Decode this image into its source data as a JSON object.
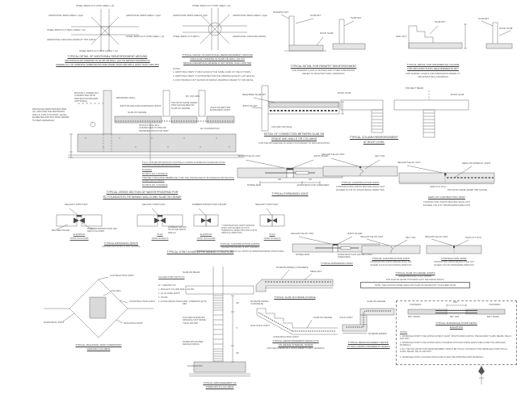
{
  "sheet": {
    "bg": "#ffffff",
    "ink": "#6b6b6b",
    "hatch": "#dcdcdc"
  },
  "d1": {
    "t1": "TYPICAL DETAIL OF ADDITIONAL REINFORCEMENT AROUND",
    "t2": "RECTANGULAR OPENING IN SLAB OR WALL (AS ON DESIGN DRAWINGS)",
    "t3": "WHERE ALL OF OPENING DIMENSIONS ARE MORE THAN 300 MM & LESS THAN 1000 MM",
    "l1": "STEEL BARS CUT (TOP) AREA = (A)",
    "l2": "ADDITIONAL BARS AREA = (A)/2",
    "l3": "ADDITIONAL BARS AREA = (A)/2",
    "l4": "STEEL BARS CUT (BOT.) AREA = (A)",
    "l5": "ADDITIONAL DIAGONAL BARS AT TOP & BOT.",
    "l6": "STEEL BARS CUT (TOP) AREA = (A)",
    "l7": "STEEL BARS CUT (BOT.) AREA = (A)"
  },
  "d2": {
    "t1": "TYPICAL DETAIL OF ADDITIONAL REINFORCEMENT AROUND",
    "t2": "CIRCULAR OPENING IN SLAB OR WALL (AS ON",
    "t3": "DESIGN DRAWINGS) WHERE D NOT MORE THAN 1000 MM",
    "l1": "STEEL BARS CUT (TOP) AREA = (A)",
    "l2": "ADDITIONAL BARS AREA = (A)/2",
    "l3": "ADDITIONAL BARS AREA = (A)/2",
    "l4": "STEEL BARS CUT (BOT.)",
    "l5": "ADDITIONAL DIAGONAL BARS",
    "nt": "NOTES:",
    "n1": "1- ADDITIONAL BARS TO BE PLACED AT THE SAME LAYER OF THE CUT BARS.",
    "n2": "2- ADDITIONAL BARS TO EXTEND BEYOND THE OPENING EDGE BY LAP LENGTH.",
    "n3": "3- FOR OPENINGS NOT SHOWN ON DESIGN DRAWINGS REFER TO THIS DETAIL."
  },
  "d3": {
    "t": "TYPICAL DETAIL FOR PARAPET REINFORCEMENT",
    "n1": "FOR PARAPETS (WALLS SHOWN) AND OTHER DIMENSIONS",
    "n2": "REFER TO ARCHITECTURAL DRAWINGS",
    "l1": "PARAPET RFT",
    "l2": "SLAB RFT",
    "l3": "ROOF SLAB",
    "l4": "SLAB RFT"
  },
  "d4": {
    "t1": "TYPICAL DETAIL FOR ORNAMENTAL FACADE",
    "t2": "FOR ARCHITECTURAL REQUIREMENTS RFT",
    "n1": "FOR SHAPES, LEVELS AND DIMENSIONS REFER TO",
    "n2": "ARCHITECTURAL DRAWINGS",
    "l1": "SLAB RFT",
    "l2": "ADD. RFT"
  },
  "d4b": {
    "l1": "SLAB RFT",
    "l2": "ROOF SLAB"
  },
  "d5": {
    "t1": "TYPICAL CROSS SECTION OF WATER PROOFING FOR",
    "t2": "RC FOUNDATION, RETAINING WALLS AND SLAB ON GRADE",
    "lw1": "BACKFILL CAREFULLY COMPACTED WITH PROTECTION BOARD (OPTIONAL)",
    "lw2": "DRAINAGE PERFORATED PIPE ALL AROUND THE RETAINING WALLS, FOR LOCATION, LEVEL, DIAMETER AND ROUTING REFER TO MEP DRAWINGS",
    "mk": "1",
    "r1": "RETAINING WALL",
    "r2": "JOINT FILLER FOR EXPANSION JOINT",
    "r3": "SLAB ON GRADE",
    "r4": "POLYETHYLENE SHEET 1500 GAUGE BELOW SLAB ON GRADE",
    "r5": "RC COLUMN",
    "r6": "JOINT FILLER FOR EXPANSION JOINT",
    "r7": "RC FOUNDATION",
    "r8": "STRUCTURAL FILL COMPACTED TO 95% OF MODIFIED PROCTOR TEST",
    "b1": "FULLY APPLIED BITUMINOUS COATING (2 LAYERS) FOR BELOW SURFACES OF RC FOUNDATION AND RETAINING WALLS",
    "b2": "BLINDING",
    "b3": "50 MM PLAIN CONCRETE",
    "b4": "PRINTED TORCHABLE MEMBRANE (4 MM THK) PROTECTED BY BITUMINOUS PROTECTION BOARD (BOTH SIDES)",
    "b5": "50 MM PLAIN CONCRETE"
  },
  "d6": {
    "t1": "DETAIL OF CONNECTION BETWEEN SLAB ON",
    "t2": "GRADE AND WALLS OR COLUMNS",
    "n1": "FOR THE PROCEDURE OF EXECUTION REFER TO SPECIFICATIONS",
    "l1": "REQUIRED SLAB RFT",
    "l2": "JOINT FILLER",
    "l3": "COLUMN OR WALL"
  },
  "d7": {
    "t1": "TYPICAL COLUMN REINFORCEMENT",
    "t2": "AT ROOF LEVEL",
    "l1": "ROOF SLAB",
    "l2": "PROJECT BEAM",
    "l3": "ROOF SLAB"
  },
  "d8": {
    "c": "TYPICAL EXPANSION JOINT",
    "l1": "SEALANT ELAS. MAT.",
    "l2": "JOINT FILLER",
    "l3": "DOWEL BAR",
    "l4": "EXPANSION CAP (GREASED)",
    "dim1": "300",
    "dim2": "150"
  },
  "d9": {
    "c": "TYPICAL CONSTRUCTION JOINT",
    "n1": "CONSTRUCTION JOINTS SPACING SHALL NOT",
    "n2": "EXCEED 10.0 M IN LONGITUDINAL DIRECTION",
    "l1": "SEALANT ELAS. MAT.",
    "l2": "KEY (T/3)"
  },
  "d10": {
    "c": "SAW CUT CONTRACTION JOINT",
    "n1": "CONTRACTION JOINTS SPACING SHALL NOT",
    "n2": "EXCEED 4.50 M IN TRANSVERSE DIRECTION",
    "l1": "SEALANT ELAS. MAT.",
    "l2": "MESH STOPPED AT JOINT",
    "l3": "SAW CUT (T/4)",
    "l4": "POLYETHYLENE SHEET 500 GAUGE"
  },
  "d11": {
    "e1": "ELEVATION",
    "e2": "JOINT IN FLOORS",
    "p1": "PLAN",
    "p2": "JOINT IN WALLS",
    "g": "TYPICAL EXPANSION JOINTS",
    "gs": "(WATER PROOFING IS NOT SHOWN)",
    "l1": "SEALANT JOINT MAT.",
    "l2": "RUBBER WATER STOP 230 MM IN FLOORS",
    "l3": "BACKER FILLER",
    "l4": "SEALANT JOINT MAT.",
    "l5": "RUBBER WATER STOP 230 MM IN WALLS"
  },
  "d12": {
    "e1": "ELEVATION",
    "e2": "JOINT IN FLOORS",
    "p1": "PLAN",
    "p2": "JOINT IN WALLS",
    "g": "TYPICAL CONSTRUCTION JOINTS",
    "gs": "(WATER PROOFING IS NOT SHOWN)",
    "np1": "* CONSTRUCTION JOINTS SPACING SHALL",
    "np2": "NOT EXCEED 10.0 M IN HORIZONTAL",
    "np3": "DIRECTION AND 4.0 M IN VERTICAL DIRECTION.",
    "np4": "* RUBBER WATER STOP TO BE PROVIDED AT ALL",
    "np5": "JOINTS OF WATER RETAINING STRUCTURES.",
    "l1": "RUBBER WATER STOP 230 MM",
    "l2": "SEALANT JOINT MAT."
  },
  "span": {
    "c": "TYPICAL JOINT IN WATER RETAINING STRUCTURE"
  },
  "d13": {
    "c": "TYPICAL EXPANSION JOINT",
    "l1": "SEALANT ELAS. MAT.",
    "l2": "JOINT FILLER",
    "l3": "DOWEL BAR",
    "l4": "EXPANSION CAP 100 MM LONG (GREASED)"
  },
  "d14": {
    "c": "TYPICAL CONSTRUCTION JOINT",
    "n1": "CONSTRUCTION JOINTS SPACING SHALL NOT",
    "n2": "EXCEED 10.0 M IN LONGITUDINAL DIRECTION",
    "l1": "SEALANT ELAS. MAT.",
    "l2": "KEY (T/3)"
  },
  "d15": {
    "c": "CONTRACTION JOINT",
    "n1": "CONTRACTION JOINTS SPACING SHALL NOT",
    "n2": "EXCEED 4.50 M IN TRANSVERSE DIRECTION",
    "l1": "SEALANT ELAS. MAT.",
    "l2": "SAW CUT (T/4)"
  },
  "d16": {
    "t": "TYPICAL SLAB ON GRADE JOINTS",
    "n1": "(WATER PROOFING IS NOT SHOWN,",
    "n2": "FOR SLAB ON GRADE THICKNESS & RFT SEE DESIGN DWGS.)",
    "box": "NOTE: THE CASTING PANEL AREA FOR SLAB ON GRADE NOT TO EXCEED 36 M2"
  },
  "d17": {
    "c1": "TYPICAL ISOLATION JOINT FORMATION",
    "c2": "AROUND COLUMNS",
    "l1": "CONTRACTION JOINT",
    "l2": "COLUMN",
    "l3": "CONSTRUCTION JOINT",
    "l4": "ISOLATION JOINT",
    "l5": "EXPANSION JOINT"
  },
  "d17n": {
    "h": "COLUMN STRIP WIDTH (W)",
    "i1": "W = GREATEST OF:",
    "i2": "1- SMALLEST COLUMN SIDE + 100 MM",
    "i3": "2- 1/4 OF PANEL WIDTH",
    "i4": "3- 750 MM",
    "i5": "4- AS PER DESIGN DWGS."
  },
  "d18": {
    "c1": "TYPICAL ARRANGEMENT OF",
    "c2": "STIRRUPS IN COLUMNS",
    "l1": "SLAB OR BEAM",
    "l2": "ADD. STIRRUPS @ 50 MM",
    "l3": "COLUMN STIRRUPS SPACING NOT MORE THAN 100 MM",
    "l4": "STIRRUPS AS PER DESIGN DWGS.",
    "l5": "FOUNDATION",
    "dim1": "H/6",
    "dim2": "H",
    "dim3": "H/6"
  },
  "d19": {
    "c": "TYPICAL SLAB ON GRADE AT EDGE",
    "l1": "50 MM BLINDING CONCRETE",
    "l2": "MESH RFT"
  },
  "d20": {
    "c1": "TYPICAL REINFORCEMENT DETAILS OF",
    "c2": "ON GRADE INTERNAL STAIRS",
    "n": "FOR STEP DIMENSIONS & LEVELS REFER TO ARCH. DRAWINGS",
    "l1": "50 MM BLINDING CONCRETE",
    "l2": "SLAB ON GRADE",
    "l3": "NON COLD JOINT",
    "l4": "CONSTRUCTION JOINT"
  },
  "d21": {
    "c1": "TYPICAL REINFORCEMENT DETAIL",
    "c2": "AT SOG HAVING DIFFERENT LEVELS",
    "l1": "SLAB ON GRADE",
    "l2": "COLD JOINT",
    "l3": "50 MM BLINDING"
  },
  "d22": {
    "c": "TYPICAL SHRINKAGE STRIP DETAIL",
    "cs": "ELEVATION",
    "l1": "TOP BARS",
    "l2": "TOP BARS",
    "l3": "BOT. BARS",
    "l4": "BOT. BARS",
    "dim": "1000",
    "dim2": "MIN. 1000",
    "nt": "NOTES:",
    "n1": "1- SHRINKAGE STRIP TO BE CASTED AFTER AT LEAST 45 DAYS FROM CASTING THE ADJACENT SLABS, BEAMS, WALLS AND RAFT.",
    "n2": "2- SHRINKAGE STRIP TO BE CASTED USING CONCRETE WITH NON SHRINK ADMIXTURE AS PER THE APPROVED MATERIALS.",
    "n3": "3- ALL THE TOP AND BOTTOM REINFORCEMENT SHOULD BE TOTALLY SPLICED AT THE SHRINKAGE STRIP FOR ALL SLABS, BEAMS, WALLS AND RAFT.",
    "n4": "4- SHRINKAGE STRIP LOCATIONS SHOULD BE AS PER THE APPROVED SHOP DRAWINGS."
  }
}
